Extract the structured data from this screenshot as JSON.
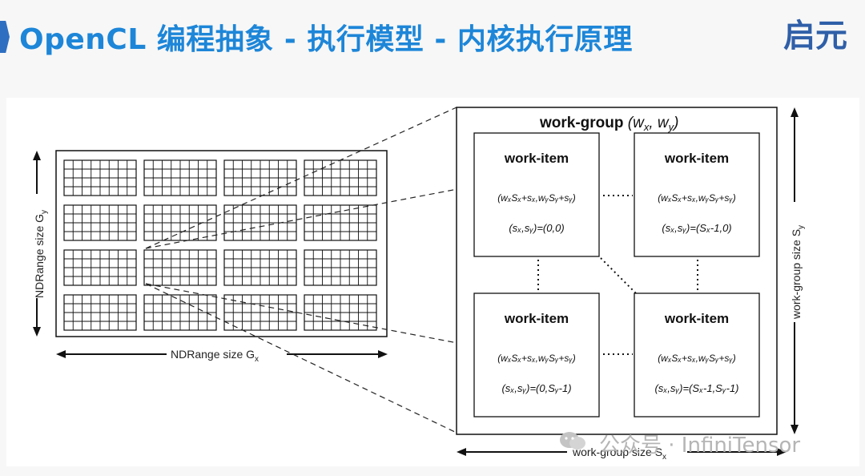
{
  "slide": {
    "title": "OpenCL 编程抽象 - 执行模型 - 内核执行原理",
    "logo_text": "启元"
  },
  "diagram": {
    "ndrange_x_label": "NDRange size G",
    "ndrange_x_sub": "x",
    "ndrange_y_label": "NDRange size G",
    "ndrange_y_sub": "y",
    "workgroup_title": "work-group",
    "workgroup_params": "(w",
    "workgroup_params_x": "x",
    "workgroup_params_mid": ", w",
    "workgroup_params_y": "y",
    "workgroup_params_end": ")",
    "workgroup_size_x_label": "work-group size S",
    "workgroup_size_x_sub": "x",
    "workgroup_size_y_label": "work-group size S",
    "workgroup_size_y_sub": "y",
    "work_items": [
      {
        "label": "work-item",
        "formula": "(wₓSₓ+sₓ,wᵧSᵧ+sᵧ)",
        "coords": "(sₓ,sᵧ)=(0,0)"
      },
      {
        "label": "work-item",
        "formula": "(wₓSₓ+sₓ,wᵧSᵧ+sᵧ)",
        "coords": "(sₓ,sᵧ)=(Sₓ-1,0)"
      },
      {
        "label": "work-item",
        "formula": "(wₓSₓ+sₓ,wᵧSᵧ+sᵧ)",
        "coords": "(sₓ,sᵧ)=(0,Sᵧ-1)"
      },
      {
        "label": "work-item",
        "formula": "(wₓSₓ+sₓ,wᵧSᵧ+sᵧ)",
        "coords": "(sₓ,sᵧ)=(Sₓ-1,Sᵧ-1)"
      }
    ]
  },
  "watermark": {
    "text": "公众号 · InfiniTensor",
    "icon": "wechat-icon"
  }
}
